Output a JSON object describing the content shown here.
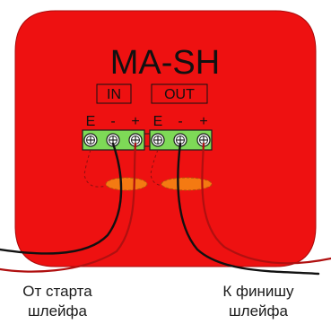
{
  "device": {
    "title": "MA-SH",
    "body_color": "#ee1111"
  },
  "groups": [
    {
      "label": "IN",
      "pins": [
        "E",
        "-",
        "+"
      ]
    },
    {
      "label": "OUT",
      "pins": [
        "E",
        "-",
        "+"
      ]
    }
  ],
  "terminal_color": "#7ed957",
  "wire_colors": {
    "black": "#111111",
    "red": "#b01010"
  },
  "captions": {
    "left": [
      "От старта",
      "шлейфа"
    ],
    "right": [
      "К финишу",
      "шлейфа"
    ]
  }
}
